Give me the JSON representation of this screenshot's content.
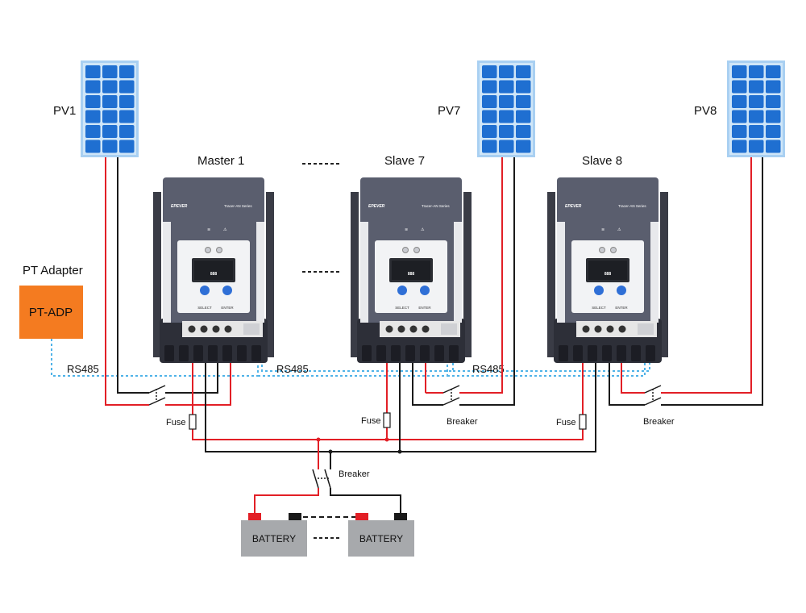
{
  "pv_labels": [
    "PV1",
    "PV7",
    "PV8"
  ],
  "controllers": [
    {
      "title": "Master 1",
      "brand": "EPEVER",
      "series": "Tracer-AN Series",
      "lcd": "888",
      "btn_select": "SELECT",
      "btn_enter": "ENTER"
    },
    {
      "title": "Slave 7",
      "brand": "EPEVER",
      "series": "Tracer-AN Series",
      "lcd": "888",
      "btn_select": "SELECT",
      "btn_enter": "ENTER"
    },
    {
      "title": "Slave 8",
      "brand": "EPEVER",
      "series": "Tracer-AN Series",
      "lcd": "888",
      "btn_select": "SELECT",
      "btn_enter": "ENTER"
    }
  ],
  "adapter": {
    "title": "PT Adapter",
    "label": "PT-ADP"
  },
  "rs485_labels": [
    "RS485",
    "RS485",
    "RS485"
  ],
  "fuse_labels": [
    "Fuse",
    "Fuse",
    "Fuse"
  ],
  "breaker_labels": [
    "Breaker",
    "Breaker",
    "Breaker"
  ],
  "batteries": [
    "BATTERY",
    "BATTERY"
  ],
  "colors": {
    "positive_wire": "#e21f26",
    "negative_wire": "#1a1a1a",
    "rs485_wire": "#4fb3e8",
    "adapter_fill": "#f47b20",
    "panel_cell": "#1f6fd1",
    "panel_frame": "#9fcaf0",
    "controller_body": "#5a5e6e",
    "battery_fill": "#a7a9ac"
  }
}
